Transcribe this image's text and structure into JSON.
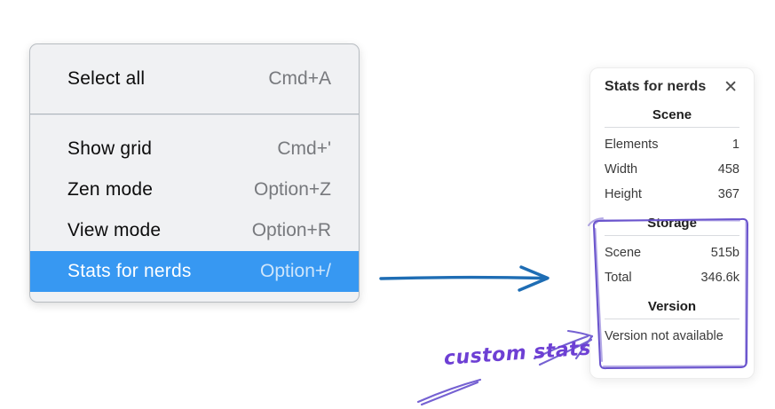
{
  "context_menu": {
    "groups": [
      {
        "items": [
          {
            "label": "Select all",
            "shortcut": "Cmd+A",
            "highlighted": false
          }
        ]
      },
      {
        "items": [
          {
            "label": "Show grid",
            "shortcut": "Cmd+'",
            "highlighted": false
          },
          {
            "label": "Zen mode",
            "shortcut": "Option+Z",
            "highlighted": false
          },
          {
            "label": "View mode",
            "shortcut": "Option+R",
            "highlighted": false
          },
          {
            "label": "Stats for nerds",
            "shortcut": "Option+/",
            "highlighted": true
          }
        ]
      }
    ]
  },
  "stats_panel": {
    "title": "Stats for nerds",
    "close_icon": "✕",
    "sections": [
      {
        "heading": "Scene",
        "rows": [
          [
            "Elements",
            "1"
          ],
          [
            "Width",
            "458"
          ],
          [
            "Height",
            "367"
          ]
        ]
      },
      {
        "heading": "Storage",
        "rows": [
          [
            "Scene",
            "515b"
          ],
          [
            "Total",
            "346.6k"
          ]
        ]
      },
      {
        "heading": "Version",
        "note": "Version not available"
      }
    ]
  },
  "annotations": {
    "custom_stats_label": "custom stats"
  },
  "colors": {
    "menu-highlight": "#3798f2",
    "arrow-blue": "#1e6db4",
    "annotation-purple": "#6d3fd4",
    "sketch-purple": "#7561d2",
    "rect-purple": "#6a54cd"
  }
}
